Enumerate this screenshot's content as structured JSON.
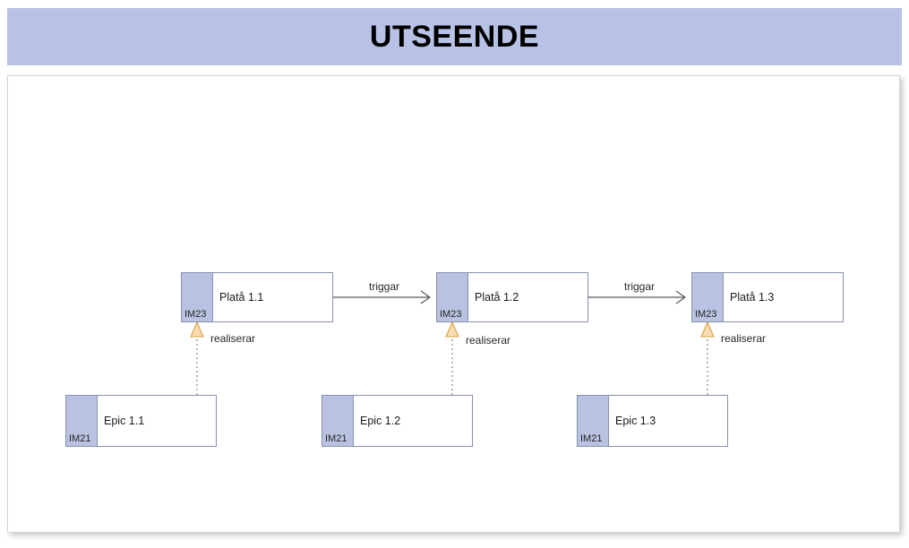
{
  "slide": {
    "title": "UTSEENDE",
    "title_bg_color": "#b8c2e6",
    "title_text_color": "#000000",
    "canvas_bg_color": "#ffffff"
  },
  "diagram": {
    "type": "archimate-roadmap",
    "node_fill": "#ffffff",
    "node_stripe_fill": "#b9c2e0",
    "node_border_color": "#8592ae",
    "relation_line_color": "#595959",
    "realization_arrow_fill": "#f7dcb4",
    "realization_arrow_stroke": "#d9a441",
    "plateau_nodes": [
      {
        "id": "plata-1-1",
        "stripe_label": "IM23",
        "title": "Platå 1.1"
      },
      {
        "id": "plata-1-2",
        "stripe_label": "IM23",
        "title": "Platå 1.2"
      },
      {
        "id": "plata-1-3",
        "stripe_label": "IM23",
        "title": "Platå 1.3"
      }
    ],
    "epic_nodes": [
      {
        "id": "epic-1-1",
        "stripe_label": "IM21",
        "title": "Epic 1.1"
      },
      {
        "id": "epic-1-2",
        "stripe_label": "IM21",
        "title": "Epic 1.2"
      },
      {
        "id": "epic-1-3",
        "stripe_label": "IM21",
        "title": "Epic 1.3"
      }
    ],
    "trigger_relations": [
      {
        "id": "triggar-1",
        "label": "triggar",
        "from": "plata-1-1",
        "to": "plata-1-2"
      },
      {
        "id": "triggar-2",
        "label": "triggar",
        "from": "plata-1-2",
        "to": "plata-1-3"
      }
    ],
    "realization_relations": [
      {
        "id": "realiserar-1",
        "label": "realiserar",
        "from": "epic-1-1",
        "to": "plata-1-1"
      },
      {
        "id": "realiserar-2",
        "label": "realiserar",
        "from": "epic-1-2",
        "to": "plata-1-2"
      },
      {
        "id": "realiserar-3",
        "label": "realiserar",
        "from": "epic-1-3",
        "to": "plata-1-3"
      }
    ]
  }
}
